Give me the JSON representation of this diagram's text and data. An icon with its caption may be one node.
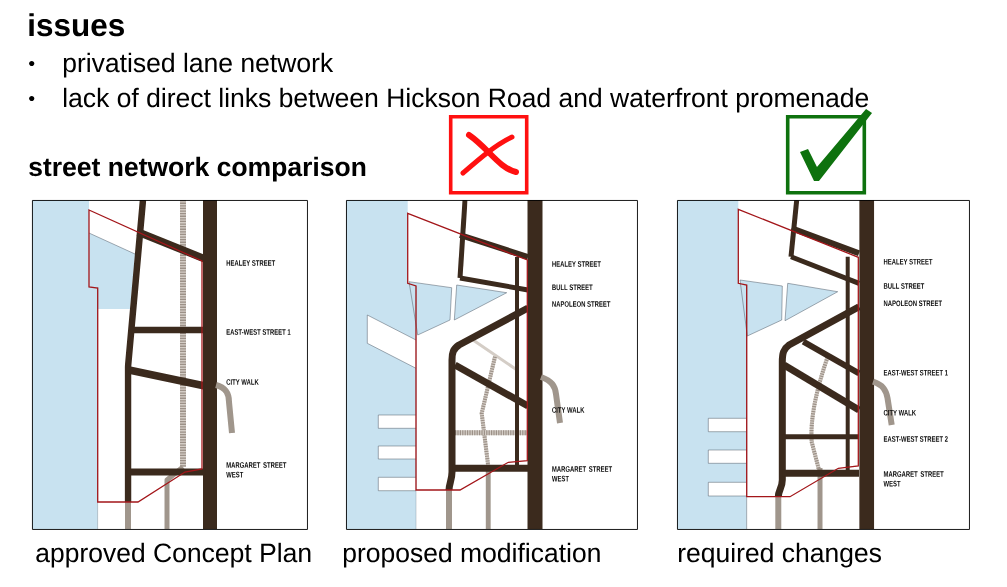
{
  "diagram": {
    "title": "issues",
    "nodes": [
      {
        "text": [
          "HEALEY STREET",
          "EAST-WEST STREET 1",
          "CITY WALK",
          "MARGARET STREET WEST"
        ],
        "beside": [
          "approved Concept Plan"
        ]
      },
      {
        "text": [
          "HEALEY STREET",
          "BULL STREET",
          "NAPOLEON STREET",
          "CITY WALK",
          "MARGARET STREET WEST"
        ],
        "beside": [
          "proposed modification"
        ]
      },
      {
        "text": [
          "HEALEY STREET",
          "BULL STREET",
          "NAPOLEON STREET",
          "EAST-WEST STREET 1",
          "CITY WALK",
          "EAST-WEST STREET 2",
          "MARGARET STREET WEST"
        ],
        "beside": [
          "required changes"
        ]
      }
    ],
    "labels": [
      "privatised lane network",
      "lack of direct links between Hickson Road and waterfront promenade",
      "street network comparison"
    ]
  }
}
